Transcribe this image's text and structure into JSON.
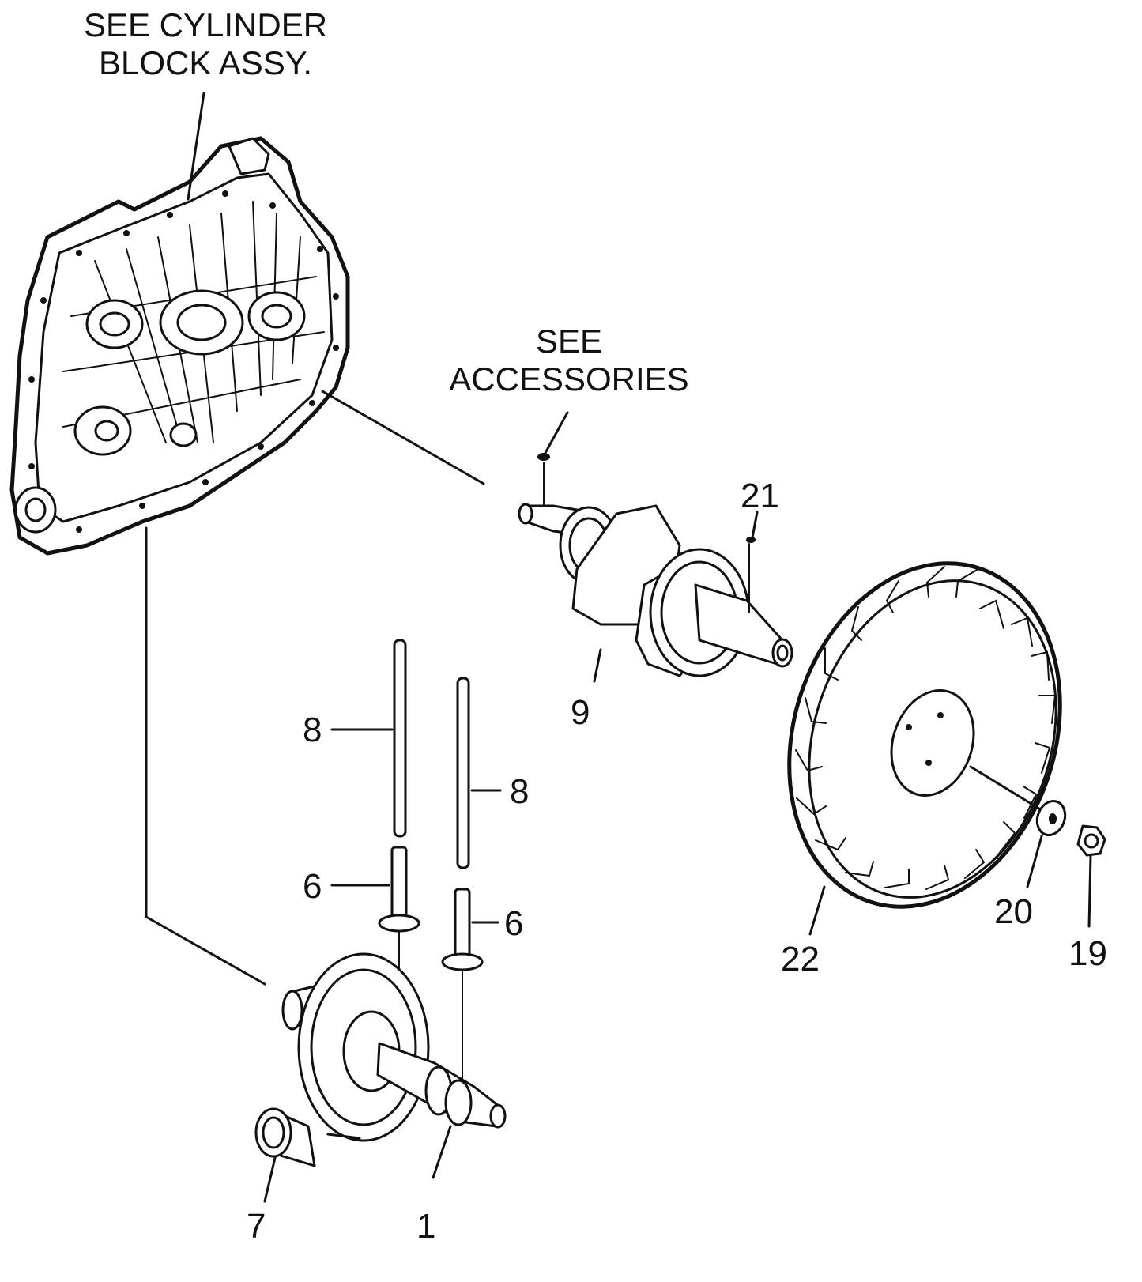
{
  "callouts": {
    "cylinder_block": "SEE CYLINDER\nBLOCK ASSY.",
    "accessories": "SEE\nACCESSORIES"
  },
  "part_labels": {
    "p1": "1",
    "p6a": "6",
    "p6b": "6",
    "p7": "7",
    "p8a": "8",
    "p8b": "8",
    "p9": "9",
    "p19": "19",
    "p20": "20",
    "p21": "21",
    "p22": "22"
  }
}
